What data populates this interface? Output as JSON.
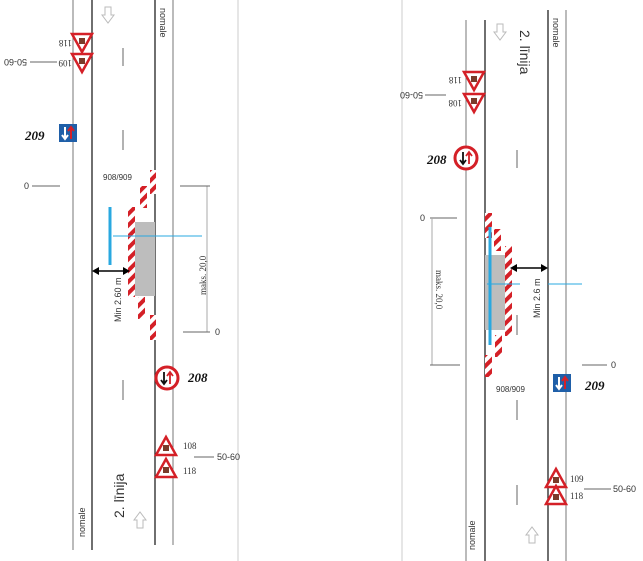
{
  "left_scheme": {
    "lane_label": "nomale",
    "line_label": "2. līnija",
    "sign_209": "209",
    "sign_208": "208",
    "sign_top_a": "118",
    "sign_top_b": "109",
    "sign_bottom_a": "108",
    "sign_bottom_b": "118",
    "distance_top": "50-60",
    "distance_bottom": "50-60",
    "zero_top": "0",
    "zero_bottom": "0",
    "marking": "908/909",
    "min_width": "Min 2.60 m",
    "max_length": "maks. 20,0"
  },
  "right_scheme": {
    "lane_label": "nomale",
    "line_label": "2. līnija",
    "sign_209": "209",
    "sign_208": "208",
    "sign_top_a": "118",
    "sign_top_b": "108",
    "sign_bottom_a": "109",
    "sign_bottom_b": "118",
    "distance_top": "50-60",
    "distance_bottom": "50-60",
    "zero_left": "0",
    "zero_right": "0",
    "marking": "908/909",
    "min_width": "Min 2.6 m",
    "max_length": "maks. 20,0"
  },
  "colors": {
    "sign_red": "#d42027",
    "sign_blue": "#1f5fa8",
    "blue_line": "#29a8e0",
    "work_zone": "#bdbdbd"
  }
}
